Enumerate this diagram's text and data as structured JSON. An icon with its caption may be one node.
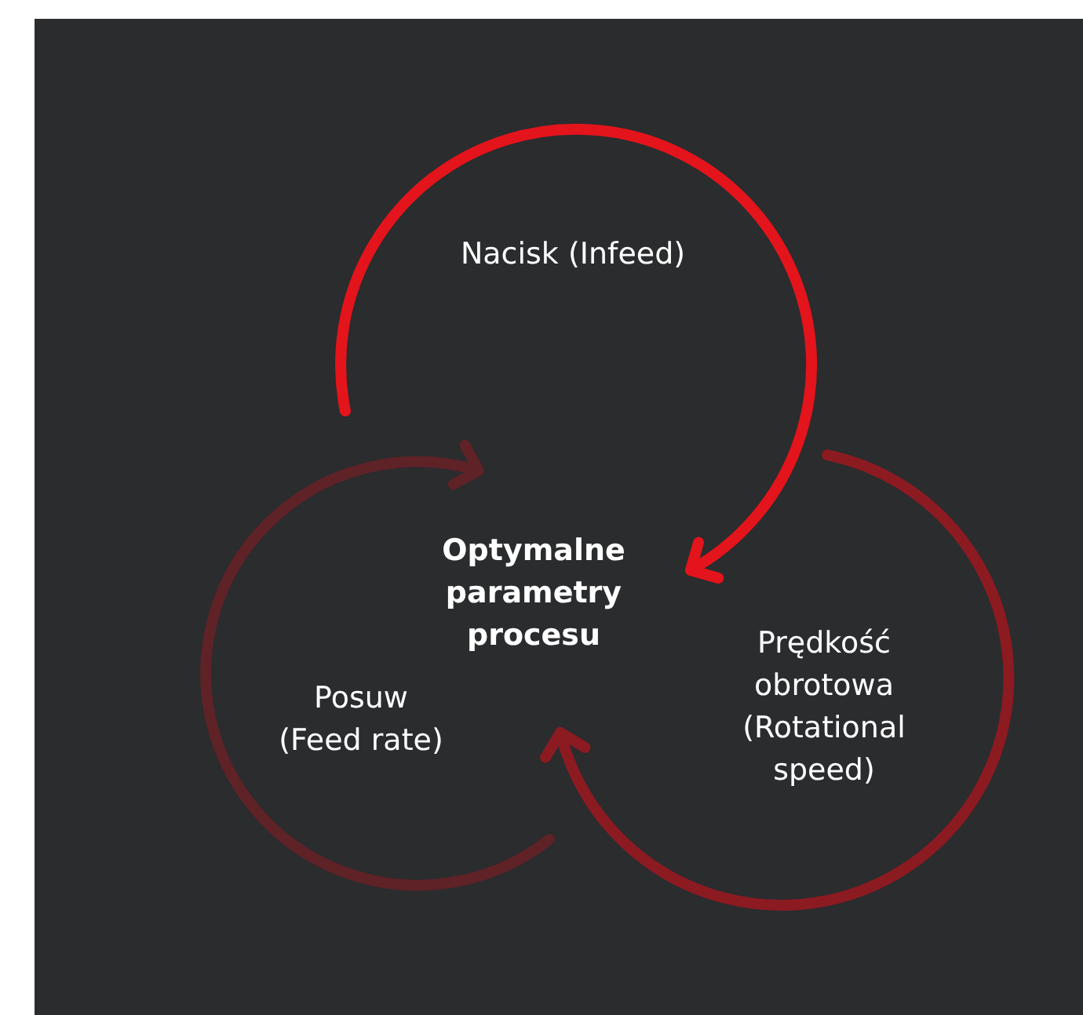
{
  "diagram": {
    "nodes": [
      {
        "text": [
          "Nacisk (Infeed)"
        ]
      },
      {
        "text": [
          "Optymalne parametry procesu"
        ]
      },
      {
        "text": [
          "Prędkość obrotowa (Rotational speed)"
        ]
      },
      {
        "text": [
          "Posuw (Feed rate)"
        ]
      }
    ],
    "edges": [
      {
        "from": null,
        "to": 1,
        "arrow": "to",
        "color": "#e3141b"
      },
      {
        "from": null,
        "to": 1,
        "arrow": "to",
        "color": "#5e2227"
      },
      {
        "from": null,
        "to": 1,
        "arrow": "to",
        "color": "#8c1a21"
      }
    ]
  }
}
